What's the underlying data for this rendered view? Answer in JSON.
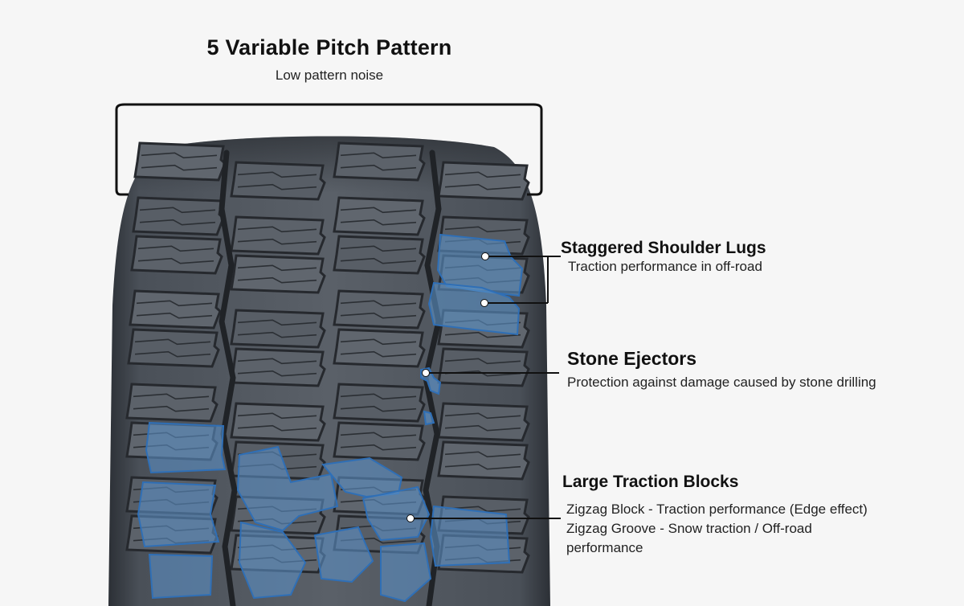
{
  "header": {
    "title": "5 Variable Pitch Pattern",
    "subtitle": "Low pattern noise"
  },
  "callouts": {
    "shoulder": {
      "title": "Staggered Shoulder Lugs",
      "description": "Traction performance in off-road"
    },
    "stone": {
      "title": "Stone Ejectors",
      "description": "Protection against damage caused by stone drilling"
    },
    "blocks": {
      "title": "Large Traction Blocks",
      "line1": "Zigzag Block - Traction performance (Edge effect)",
      "line2": "Zigzag Groove - Snow traction / Off-road performance"
    }
  },
  "colors": {
    "background": "#f6f6f6",
    "tire": "#545a62",
    "highlight_fill": "#5b8fc4",
    "highlight_stroke": "#2f6fb6",
    "leader": "#111111"
  }
}
